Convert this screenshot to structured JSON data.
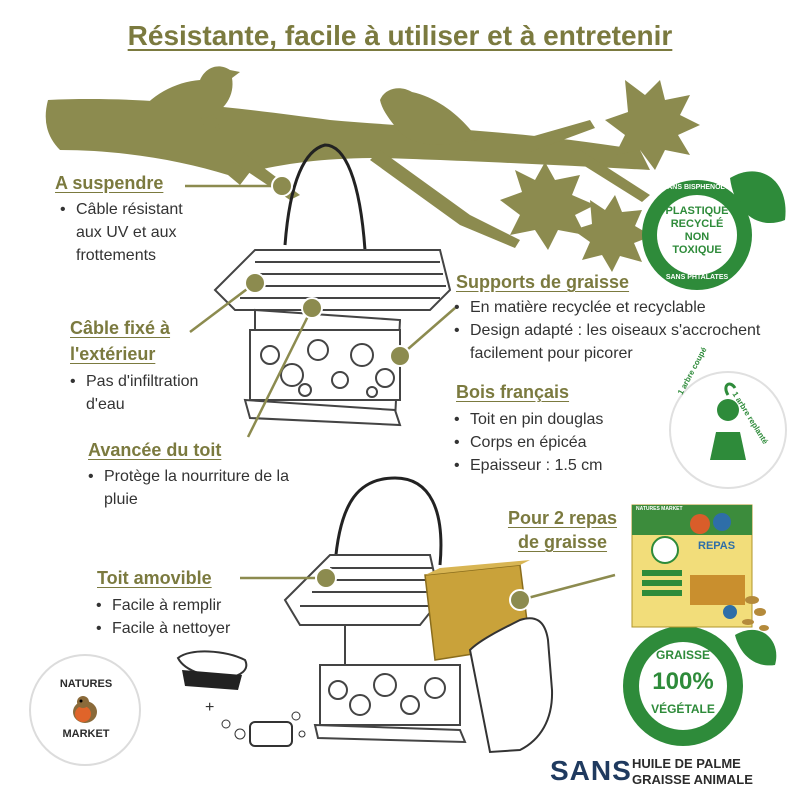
{
  "title": "Résistante, facile à utiliser et à entretenir",
  "suspendre": {
    "heading": "A suspendre",
    "items": [
      "Câble résistant aux UV et aux frottements"
    ]
  },
  "cable_fixe": {
    "heading_line1": "Câble fixé à",
    "heading_line2": "l'extérieur",
    "items": [
      "Pas d'infiltration d'eau"
    ]
  },
  "avancee": {
    "heading": "Avancée du toit",
    "items": [
      "Protège la nourriture de la pluie"
    ]
  },
  "supports": {
    "heading": "Supports de graisse",
    "items": [
      "En matière recyclée et recyclable",
      "Design adapté : les oiseaux s'accrochent facilement pour picorer"
    ]
  },
  "bois": {
    "heading": "Bois français",
    "items": [
      "Toit en pin douglas",
      "Corps en épicéa",
      "Epaisseur : 1.5 cm"
    ]
  },
  "repas": {
    "heading_line1": "Pour 2 repas",
    "heading_line2": "de graisse"
  },
  "toit_amovible": {
    "heading": "Toit amovible",
    "items": [
      "Facile à remplir",
      "Facile à nettoyer"
    ]
  },
  "badge_plastique": {
    "ring_top": "SANS BISPHENOL A",
    "ring_bottom": "SANS PHTALATES",
    "lines": [
      "PLASTIQUE",
      "RECYCLÉ",
      "NON",
      "TOXIQUE"
    ]
  },
  "badge_arbre": {
    "left": "1 arbre coupé",
    "right": "1 arbre replanté"
  },
  "badge_graisse": {
    "top": "GRAISSE",
    "pct": "100%",
    "bottom": "VÉGÉTALE"
  },
  "logo": {
    "line1": "NATURES",
    "line2": "MARKET"
  },
  "sans": {
    "big": "SANS",
    "line1": "HUILE DE PALME",
    "line2": "GRAISSE ANIMALE"
  },
  "product": {
    "title": "REPAS",
    "brand": "NATURES MARKET"
  },
  "colors": {
    "olive": "#7b7a3f",
    "green": "#2e8b3a",
    "dark": "#333333",
    "fat": "#c9a23a"
  }
}
